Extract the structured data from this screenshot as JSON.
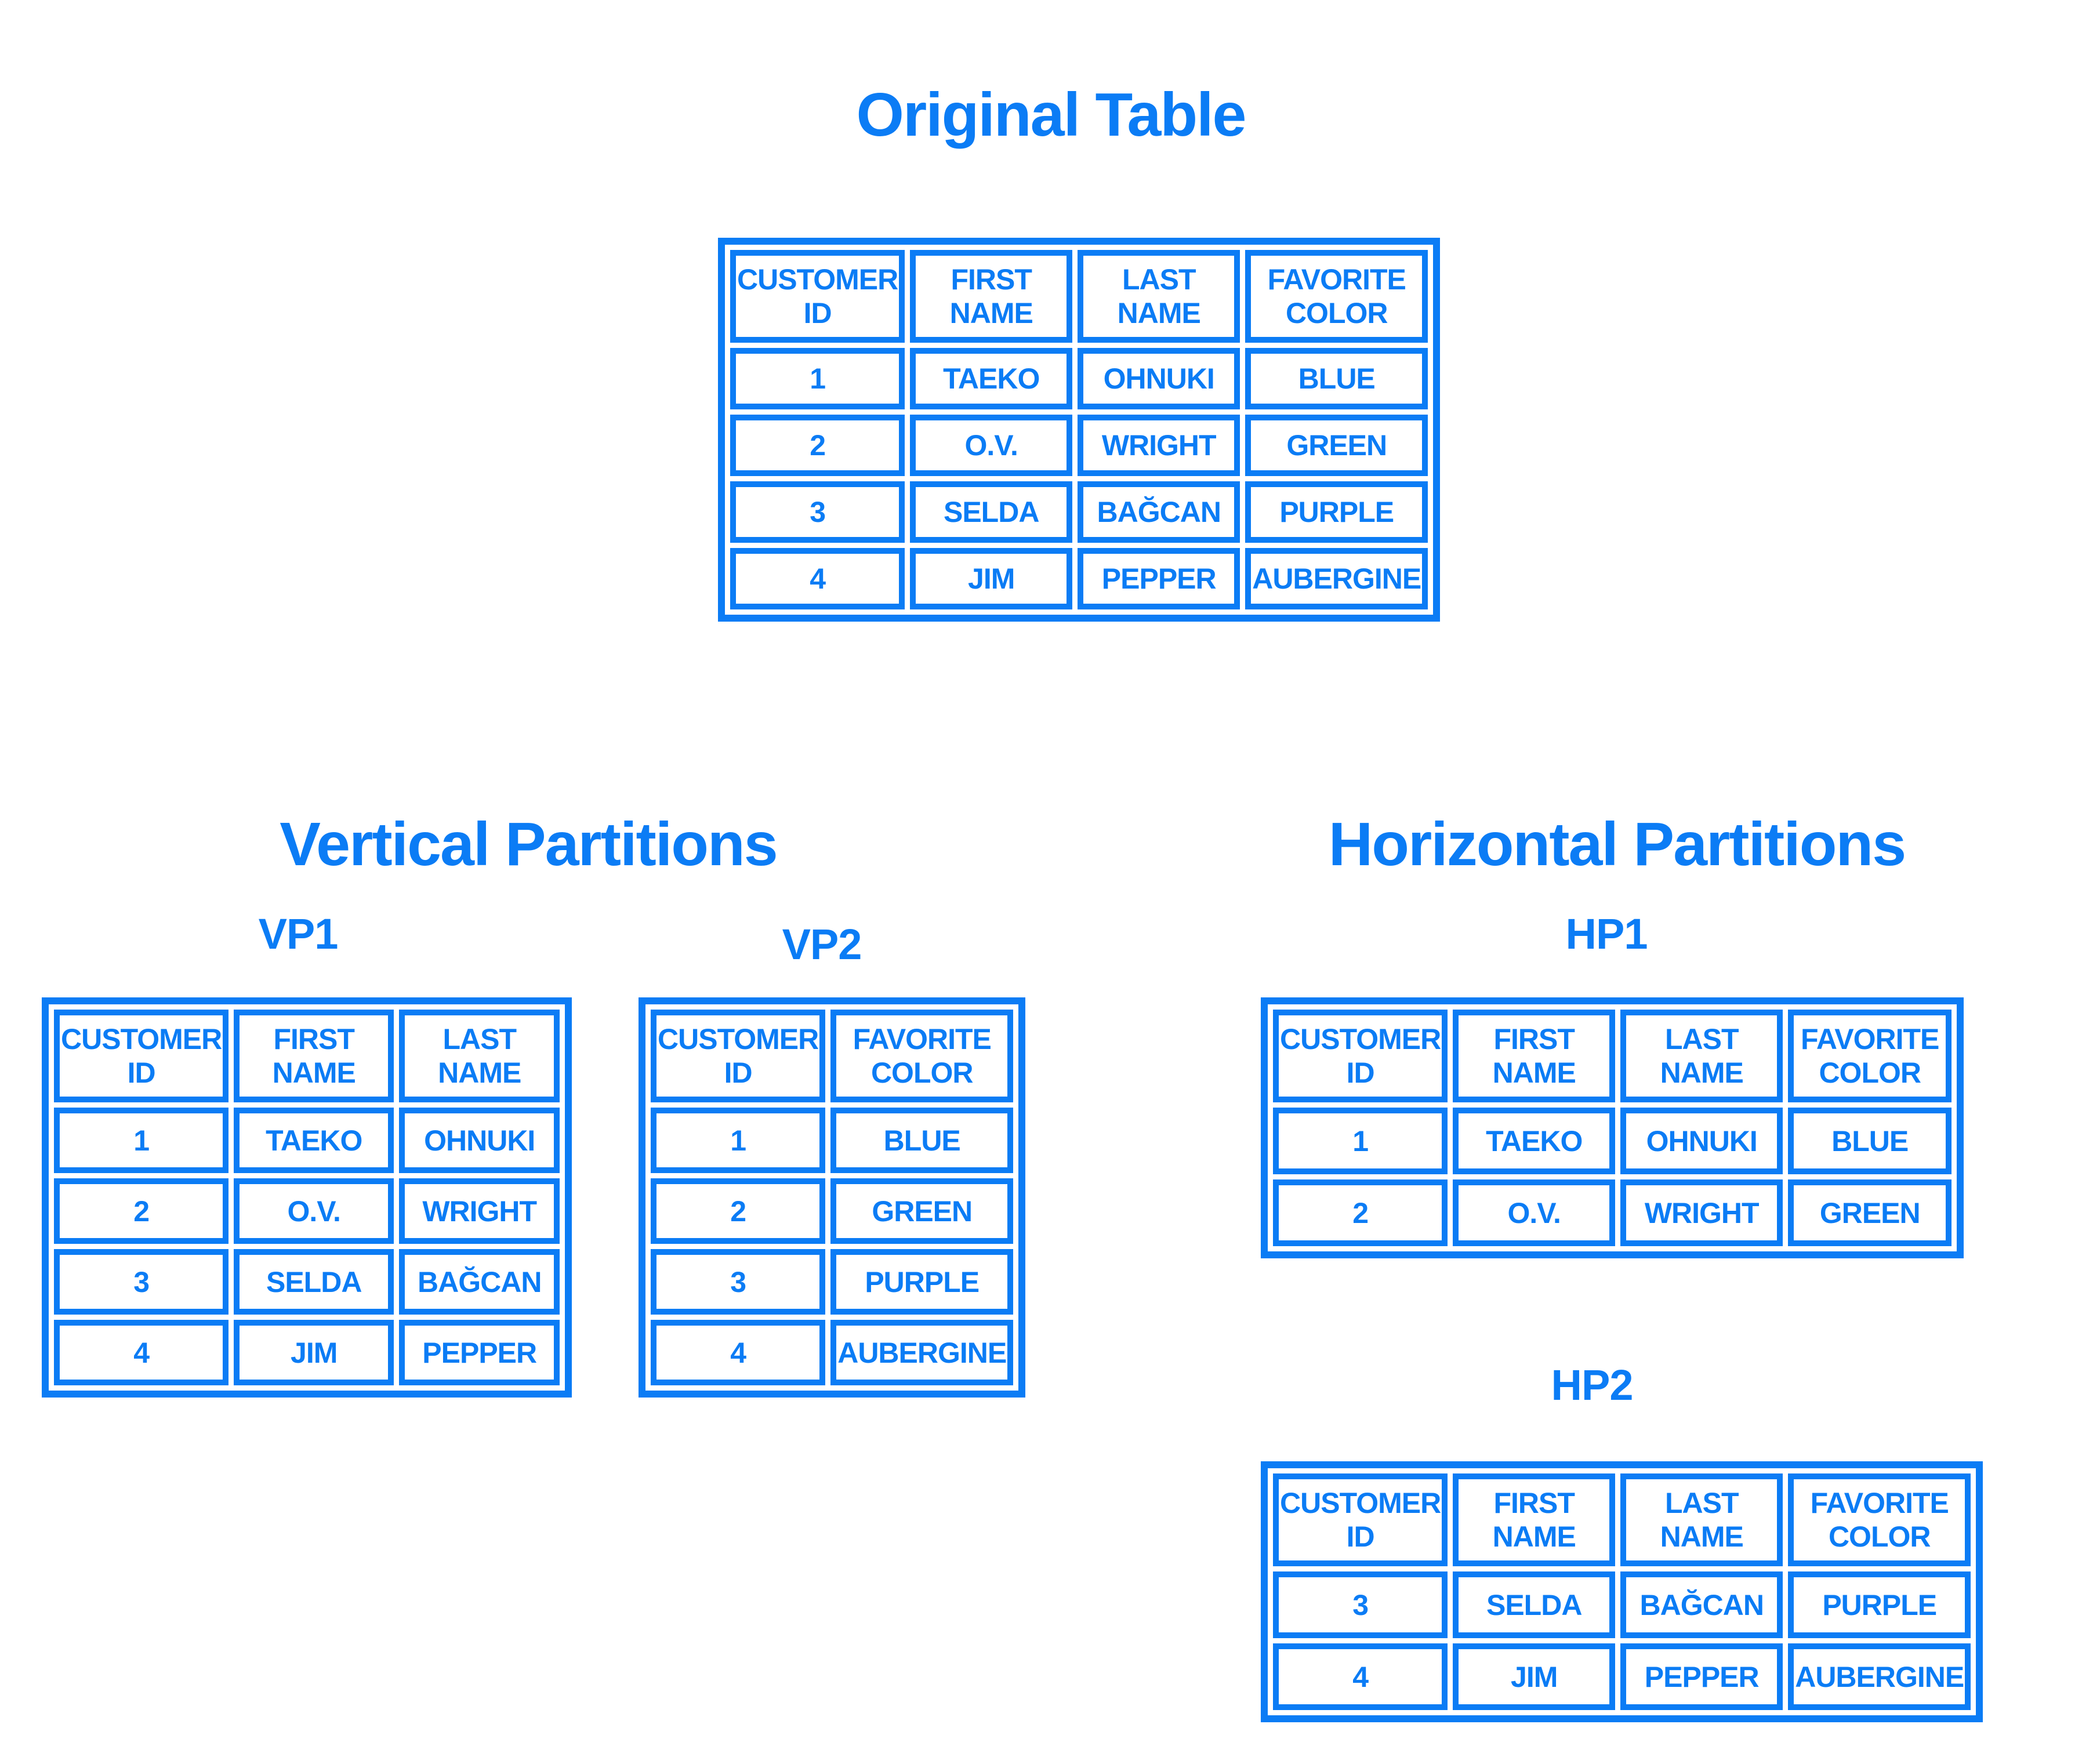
{
  "colors": {
    "accent": "#0b7cf5",
    "background": "#ffffff"
  },
  "sections": {
    "original": {
      "title": "Original Table"
    },
    "vertical": {
      "title": "Vertical Partitions",
      "vp1_label": "VP1",
      "vp2_label": "VP2"
    },
    "horizontal": {
      "title": "Horizontal Partitions",
      "hp1_label": "HP1",
      "hp2_label": "HP2"
    }
  },
  "tables": {
    "original": {
      "headers": [
        "CUSTOMER\nID",
        "FIRST\nNAME",
        "LAST\nNAME",
        "FAVORITE\nCOLOR"
      ],
      "rows": [
        [
          "1",
          "TAEKO",
          "OHNUKI",
          "BLUE"
        ],
        [
          "2",
          "O.V.",
          "WRIGHT",
          "GREEN"
        ],
        [
          "3",
          "SELDA",
          "BAĞCAN",
          "PURPLE"
        ],
        [
          "4",
          "JIM",
          "PEPPER",
          "AUBERGINE"
        ]
      ]
    },
    "vp1": {
      "headers": [
        "CUSTOMER\nID",
        "FIRST\nNAME",
        "LAST\nNAME"
      ],
      "rows": [
        [
          "1",
          "TAEKO",
          "OHNUKI"
        ],
        [
          "2",
          "O.V.",
          "WRIGHT"
        ],
        [
          "3",
          "SELDA",
          "BAĞCAN"
        ],
        [
          "4",
          "JIM",
          "PEPPER"
        ]
      ]
    },
    "vp2": {
      "headers": [
        "CUSTOMER\nID",
        "FAVORITE\nCOLOR"
      ],
      "rows": [
        [
          "1",
          "BLUE"
        ],
        [
          "2",
          "GREEN"
        ],
        [
          "3",
          "PURPLE"
        ],
        [
          "4",
          "AUBERGINE"
        ]
      ]
    },
    "hp1": {
      "headers": [
        "CUSTOMER\nID",
        "FIRST\nNAME",
        "LAST\nNAME",
        "FAVORITE\nCOLOR"
      ],
      "rows": [
        [
          "1",
          "TAEKO",
          "OHNUKI",
          "BLUE"
        ],
        [
          "2",
          "O.V.",
          "WRIGHT",
          "GREEN"
        ]
      ]
    },
    "hp2": {
      "headers": [
        "CUSTOMER\nID",
        "FIRST\nNAME",
        "LAST\nNAME",
        "FAVORITE\nCOLOR"
      ],
      "rows": [
        [
          "3",
          "SELDA",
          "BAĞCAN",
          "PURPLE"
        ],
        [
          "4",
          "JIM",
          "PEPPER",
          "AUBERGINE"
        ]
      ]
    }
  }
}
